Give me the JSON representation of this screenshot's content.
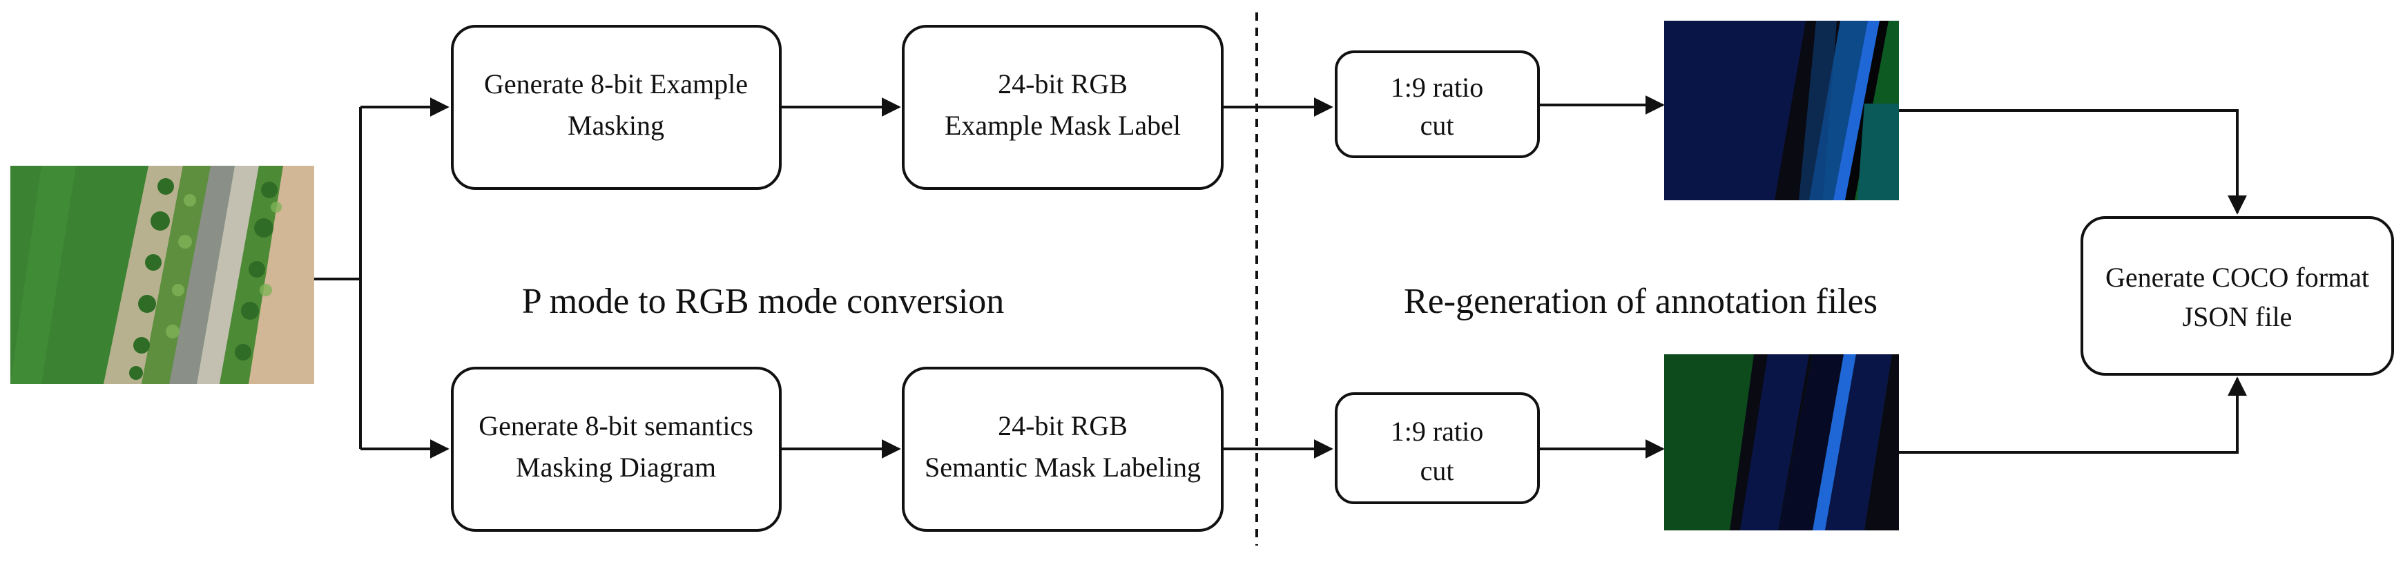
{
  "boxes": {
    "gen_example_mask": {
      "line1": "Generate 8-bit Example",
      "line2": "Masking"
    },
    "rgb_example_label": {
      "line1": "24-bit RGB",
      "line2": "Example Mask Label"
    },
    "cut_top": {
      "line1": "1:9 ratio",
      "line2": "cut"
    },
    "gen_semantic_mask": {
      "line1": "Generate 8-bit semantics",
      "line2": "Masking Diagram"
    },
    "rgb_semantic_label": {
      "line1": "24-bit RGB",
      "line2": "Semantic Mask Labeling"
    },
    "cut_bottom": {
      "line1": "1:9 ratio",
      "line2": "cut"
    },
    "coco_json": {
      "line1": "Generate COCO format",
      "line2": "JSON file"
    }
  },
  "section_labels": {
    "left": "P mode to RGB mode conversion",
    "right": "Re-generation of annotation files"
  },
  "images": {
    "aerial_photo": "aerial-field-photo",
    "instance_mask": "instance-mask-preview",
    "semantic_mask": "semantic-mask-preview"
  },
  "colors": {
    "line": "#111111",
    "field_green": "#3f8a35",
    "mask_navy": "#0a1547",
    "mask_blue": "#0d4a8a",
    "mask_bright_blue": "#1f66d6",
    "mask_dark_green": "#0d5a22",
    "mask_teal": "#0b5a5a"
  }
}
